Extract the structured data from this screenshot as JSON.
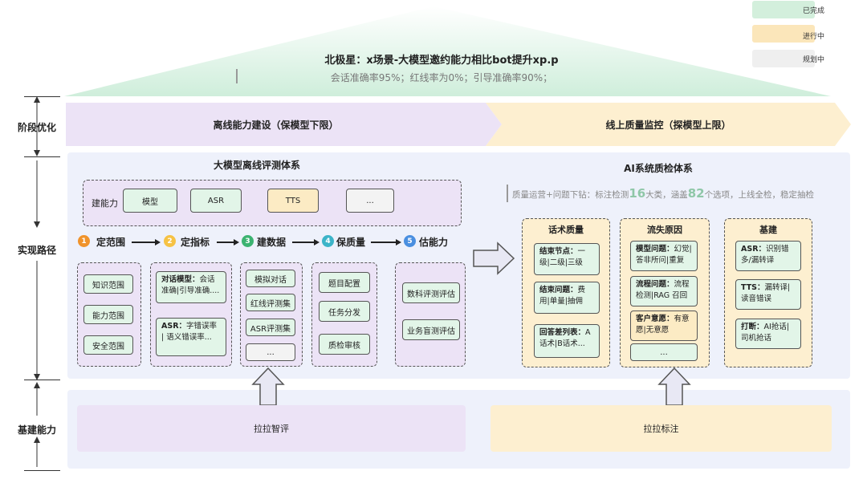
{
  "roof": {
    "title": "北极星：x场景-大模型邀约能力相比bot提升xp.p",
    "subtitle": "会话准确率95%；红线率为0%；引导准确率90%；"
  },
  "legend": [
    {
      "label": "已完成",
      "color": "#d3efdc"
    },
    {
      "label": "进行中",
      "color": "#fbe6ba"
    },
    {
      "label": "规划中",
      "color": "#efefef"
    }
  ],
  "axis": {
    "stage": "阶段优化",
    "path": "实现路径",
    "infra": "基建能力"
  },
  "banners": {
    "offline": "离线能力建设（保模型下限）",
    "online": "线上质量监控（探模型上限）"
  },
  "left_panel": {
    "title": "大模型离线评测体系",
    "capability_label": "建能力",
    "capabilities": [
      "模型",
      "ASR",
      "TTS",
      "..."
    ],
    "steps": [
      {
        "num": "1",
        "label": "定范围",
        "color": "#f0932b"
      },
      {
        "num": "2",
        "label": "定指标",
        "color": "#f6c244"
      },
      {
        "num": "3",
        "label": "建数据",
        "color": "#3cb371"
      },
      {
        "num": "4",
        "label": "保质量",
        "color": "#3cb4c8"
      },
      {
        "num": "5",
        "label": "估能力",
        "color": "#4a8fe0"
      }
    ],
    "scope": [
      "知识范围",
      "能力范围",
      "安全范围"
    ],
    "metrics": [
      {
        "bold": "对话模型：",
        "text": "会话准确|引导准确...."
      },
      {
        "bold": "ASR：",
        "text": "字错误率 | 语义错误率..."
      }
    ],
    "data": [
      "模拟对话",
      "红线评测集",
      "ASR评测集",
      "..."
    ],
    "quality": [
      "题目配置",
      "任务分发",
      "质检审核"
    ],
    "estimate": [
      "数科评测评估",
      "业务盲测评估"
    ]
  },
  "right_panel": {
    "title": "AI系统质检体系",
    "subtitle_pre": "质量运营+问题下钻：标注检测",
    "subtitle_num1": "16",
    "subtitle_mid": "大类，涵盖",
    "subtitle_num2": "82",
    "subtitle_post": "个选项，上线全检，稳定抽检",
    "columns": [
      {
        "title": "话术质量",
        "items": [
          {
            "bold": "结束节点：",
            "text": "一级|二级|三级"
          },
          {
            "bold": "结束问题：",
            "text": "费用|单量|抽佣"
          },
          {
            "bold": "回答差列表：",
            "text": "A话术|B话术..."
          }
        ]
      },
      {
        "title": "流失原因",
        "items": [
          {
            "bold": "模型问题：",
            "text": "幻觉|答非所问|重复"
          },
          {
            "bold": "流程问题：",
            "text": "流程检测|RAG 召回"
          },
          {
            "bold": "客户意愿：",
            "text": "有意愿|无意愿"
          },
          {
            "bold": "",
            "text": "..."
          }
        ]
      },
      {
        "title": "基建",
        "items": [
          {
            "bold": "ASR：",
            "text": "识别错多/漏转译"
          },
          {
            "bold": "TTS：",
            "text": "漏转译|读音错误"
          },
          {
            "bold": "打断：",
            "text": "AI抢话|司机抢话"
          }
        ]
      }
    ]
  },
  "bottom": {
    "left": "拉拉智评",
    "right": "拉拉标注"
  }
}
